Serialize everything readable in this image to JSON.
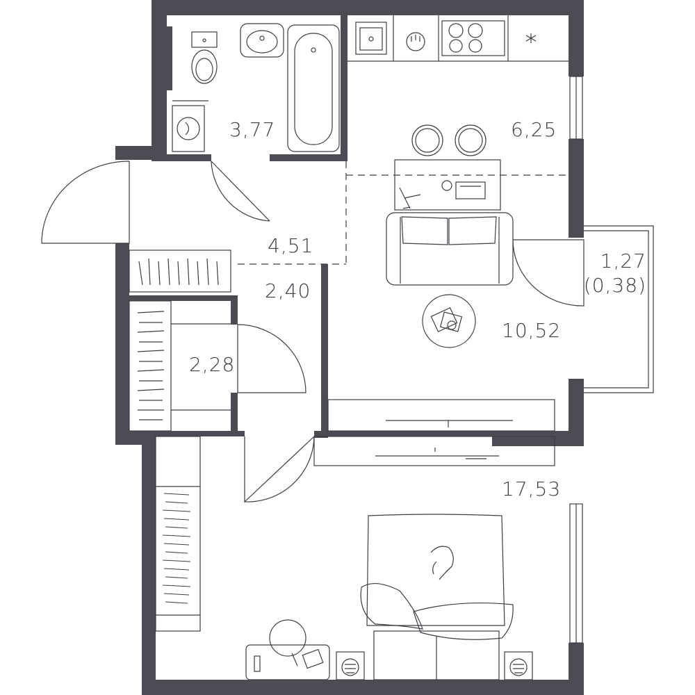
{
  "colors": {
    "wall": "#4b4c54",
    "line": "#3d3e45",
    "background": "#ffffff"
  },
  "rooms": {
    "bathroom": {
      "area": "3,77"
    },
    "kitchen": {
      "area": "6,25"
    },
    "hallway": {
      "area": "4,51"
    },
    "corridor": {
      "area": "2,40"
    },
    "storage": {
      "area": "2,28"
    },
    "living": {
      "area": "10,52"
    },
    "bedroom": {
      "area": "17,53"
    },
    "balcony": {
      "area": "1,27",
      "reduced_area": "(0,38)"
    }
  },
  "icons": [
    "toilet-icon",
    "sink-icon",
    "bathtub-icon",
    "washing-machine-icon",
    "kitchen-sink-icon",
    "dishwasher-icon",
    "cooktop-icon",
    "fridge-icon",
    "chair-icon",
    "dining-table-icon",
    "sofa-icon",
    "coffee-table-icon",
    "tv-icon",
    "wardrobe-icon",
    "bed-icon",
    "desk-icon",
    "desk-chair-icon",
    "fan-icon"
  ]
}
